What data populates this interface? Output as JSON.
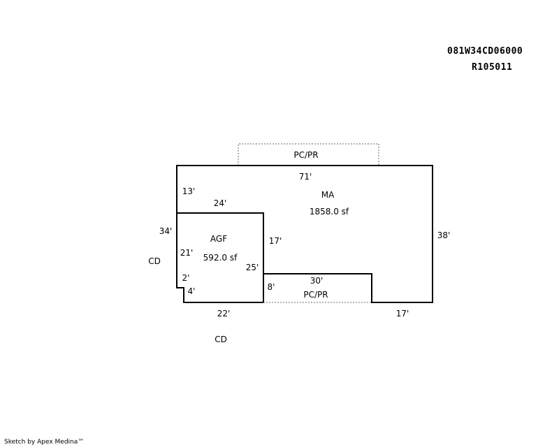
{
  "header": {
    "parcel_id": "081W34CD06000",
    "account_id": "R105011"
  },
  "sketch": {
    "areas": {
      "main": {
        "code": "MA",
        "area": "1858.0 sf"
      },
      "garage": {
        "code": "AGF",
        "area": "592.0 sf"
      },
      "porch_top": {
        "code": "PC/PR"
      },
      "porch_bottom": {
        "code": "PC/PR"
      }
    },
    "dimensions": {
      "top": "71'",
      "right": "38'",
      "bottom_right": "17'",
      "notch_top": "30'",
      "notch_left": "8'",
      "main_inner": "17'",
      "upper_left": "13'",
      "garage_top": "24'",
      "left": "34'",
      "garage_left": "21'",
      "garage_right": "25'",
      "jog_vertical": "2'",
      "jog_horizontal": "4'",
      "garage_bottom": "22'"
    },
    "labels": {
      "cd_left": "CD",
      "cd_bottom": "CD"
    }
  },
  "footer": {
    "credit": "Sketch by Apex Medina™"
  }
}
